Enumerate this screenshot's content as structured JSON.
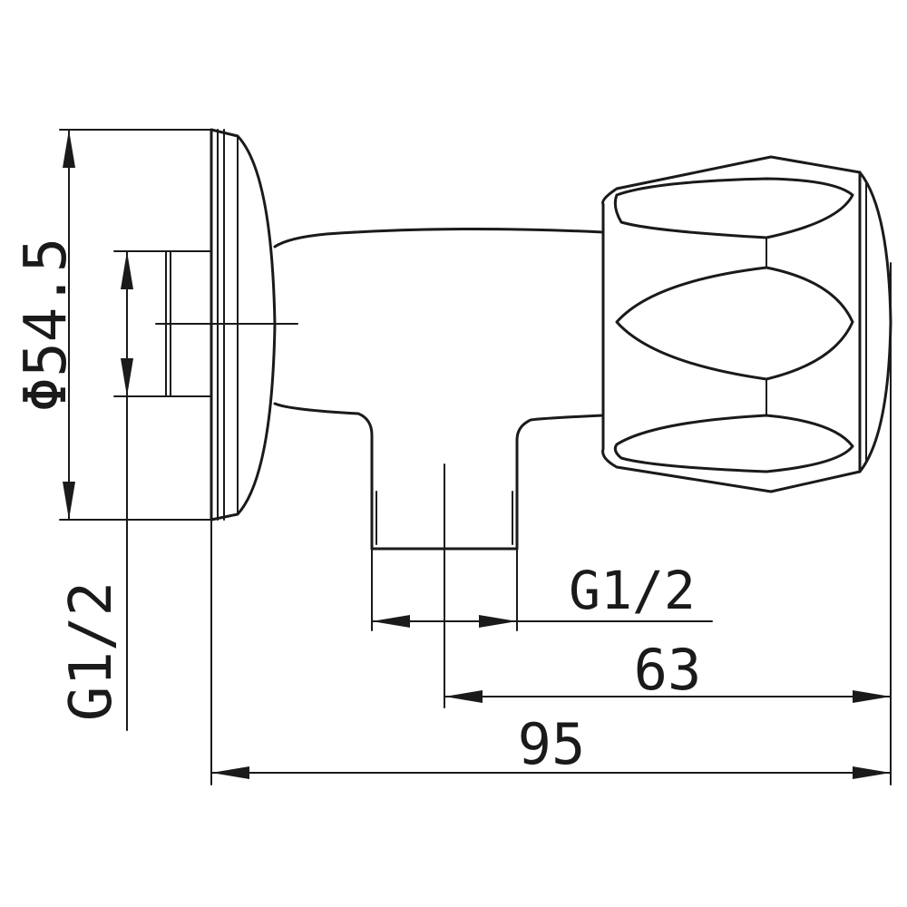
{
  "drawing": {
    "dimensions": {
      "diameter": "Φ54.5",
      "side_thread": "G1/2",
      "bottom_thread": "G1/2",
      "offset": "63",
      "overall": "95"
    }
  },
  "style": {
    "line_color": "#1a1a1a",
    "background": "#ffffff"
  }
}
